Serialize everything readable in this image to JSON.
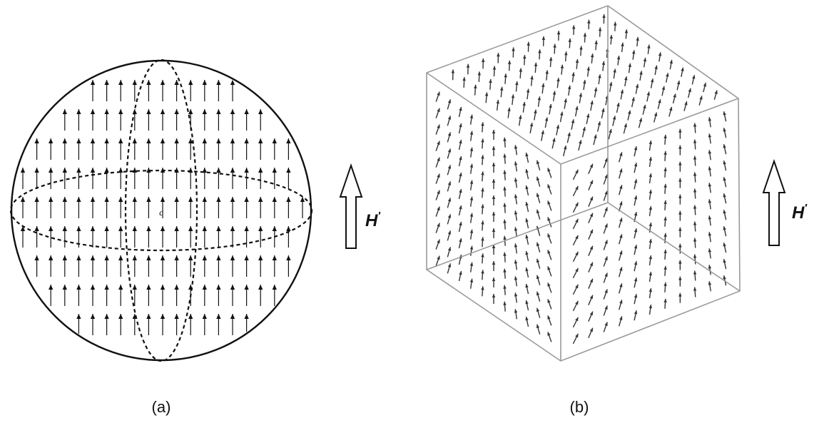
{
  "panel_a": {
    "caption": "(a)",
    "field_label": "H",
    "field_label_prime": "′",
    "center_mark": "c"
  },
  "panel_b": {
    "caption": "(b)",
    "field_label": "H",
    "field_label_prime": "′"
  },
  "colors": {
    "ink": "#111111",
    "cube_edge": "#9a9a9a",
    "cube_arrow": "#333333"
  }
}
